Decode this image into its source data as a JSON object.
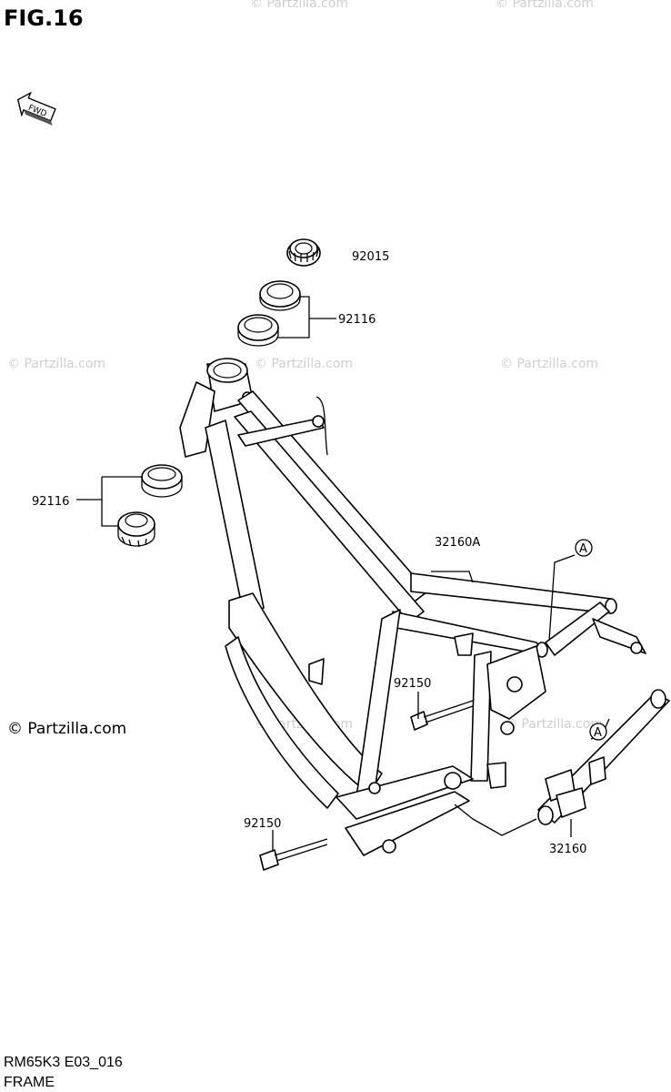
{
  "figure_title": "FIG.16",
  "fwd_badge": "FWD",
  "watermarks": [
    "© Partzilla.com",
    "© Partzilla.com",
    "© Partzilla.com",
    "© Partzilla.com",
    "© Partzilla.com",
    "© Partzilla.com",
    "© Partzilla.com"
  ],
  "watermark_main": "© Partzilla.com",
  "callouts": {
    "p92015": "92015",
    "p92116_top": "92116",
    "p92116_left": "92116",
    "p32160A": "32160A",
    "ref_a1": "A",
    "ref_a2": "A",
    "p92150_mid": "92150",
    "p92150_low": "92150",
    "p32160": "32160"
  },
  "footer": {
    "code": "RM65K3 E03_016",
    "section": "FRAME"
  }
}
